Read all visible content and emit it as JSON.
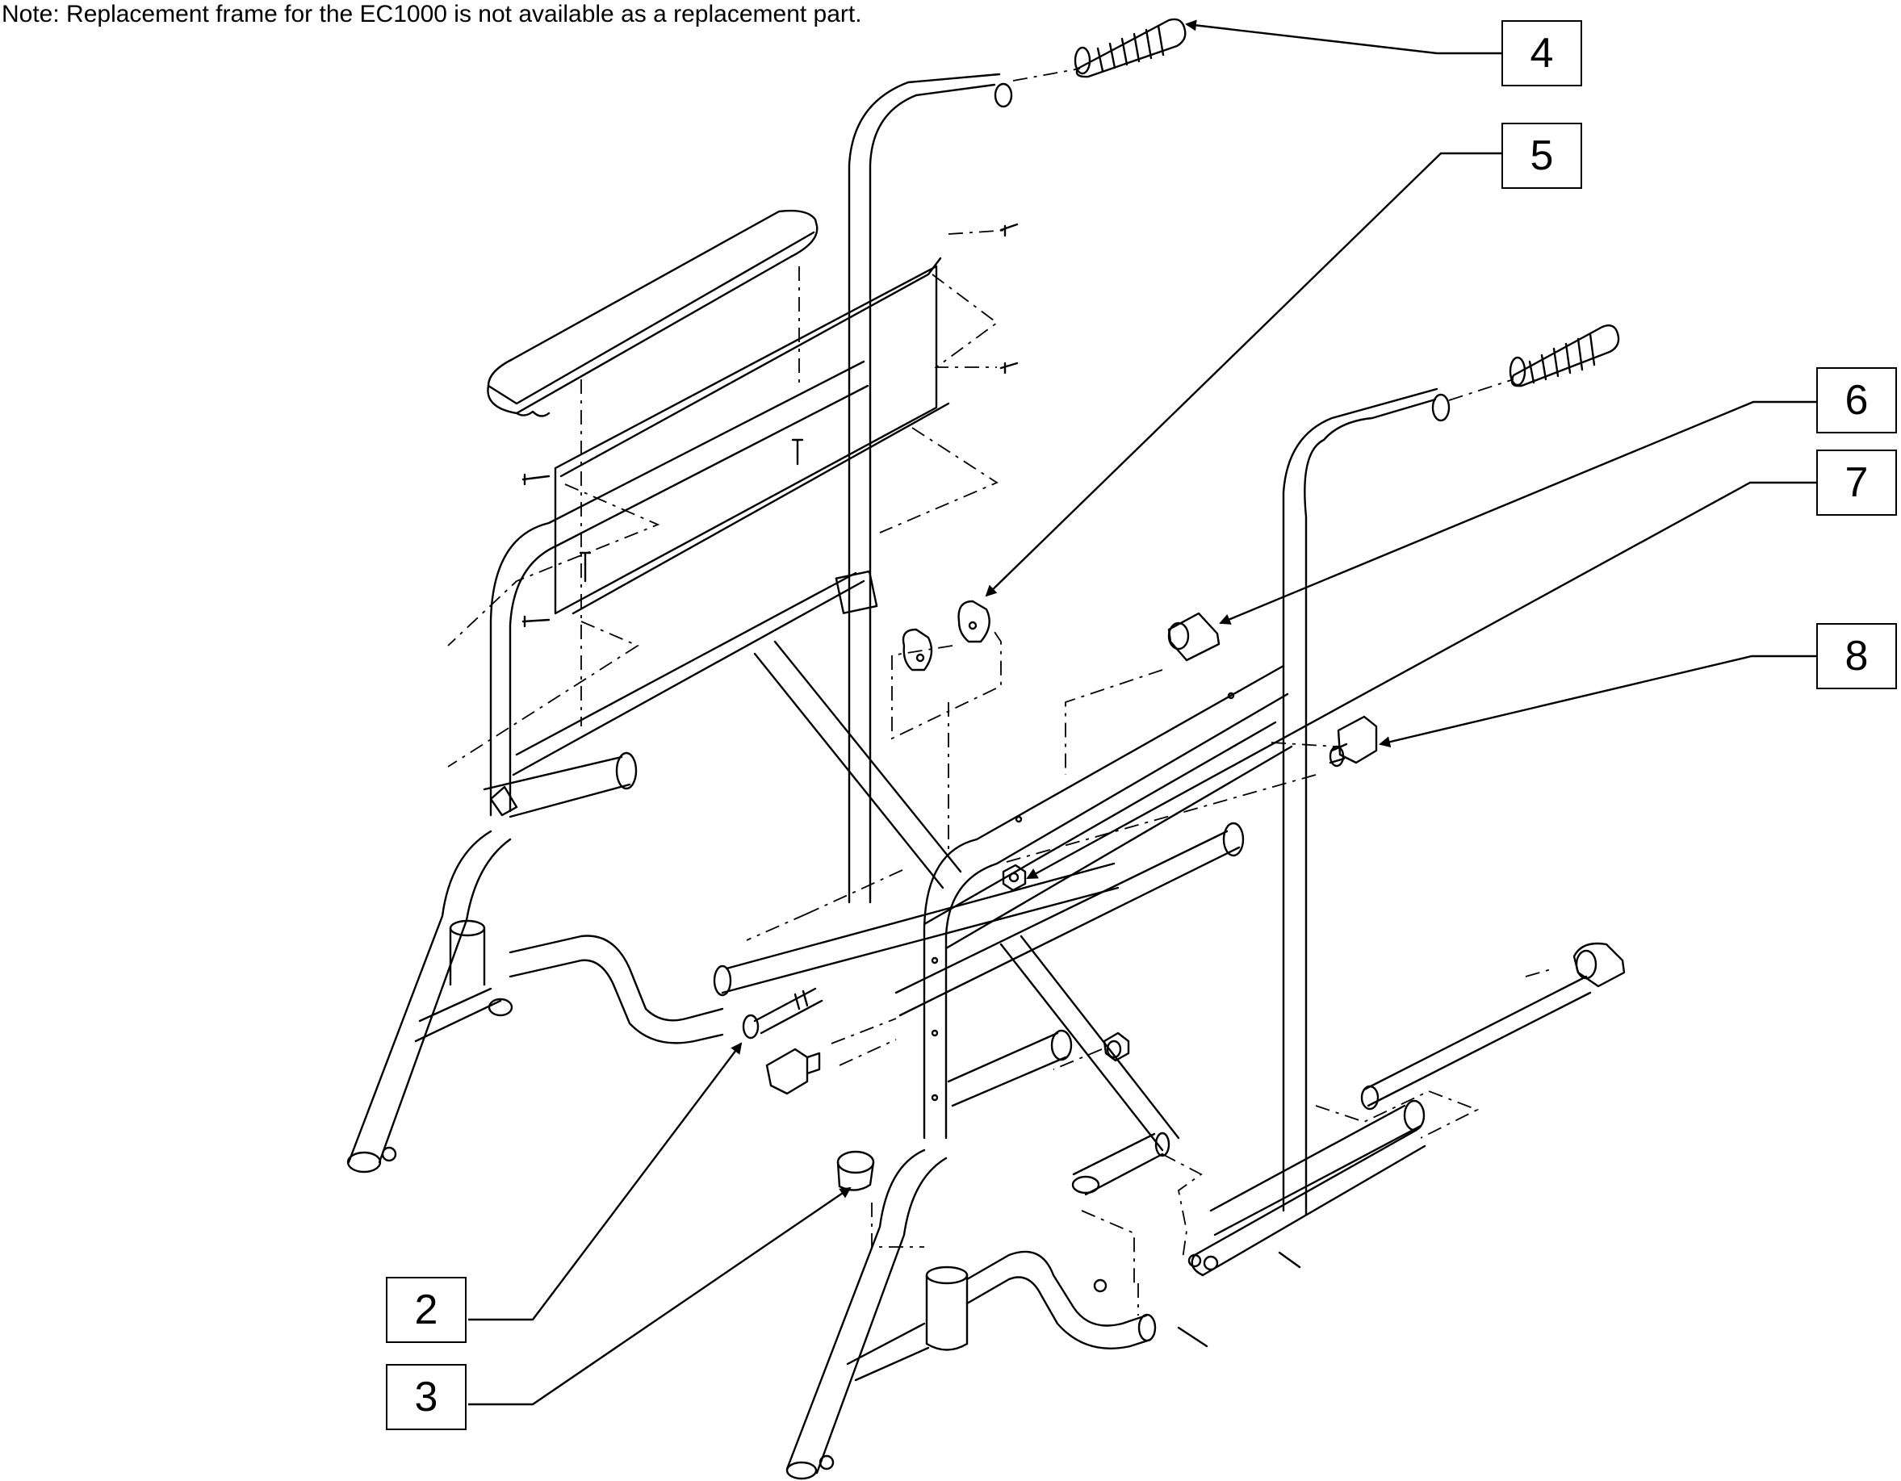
{
  "note": "Note: Replacement frame for the EC1000 is not available as a replacement part.",
  "callouts": [
    {
      "id": "4",
      "label": "4"
    },
    {
      "id": "5",
      "label": "5"
    },
    {
      "id": "6",
      "label": "6"
    },
    {
      "id": "7",
      "label": "7"
    },
    {
      "id": "8",
      "label": "8"
    },
    {
      "id": "2",
      "label": "2"
    },
    {
      "id": "3",
      "label": "3"
    }
  ]
}
